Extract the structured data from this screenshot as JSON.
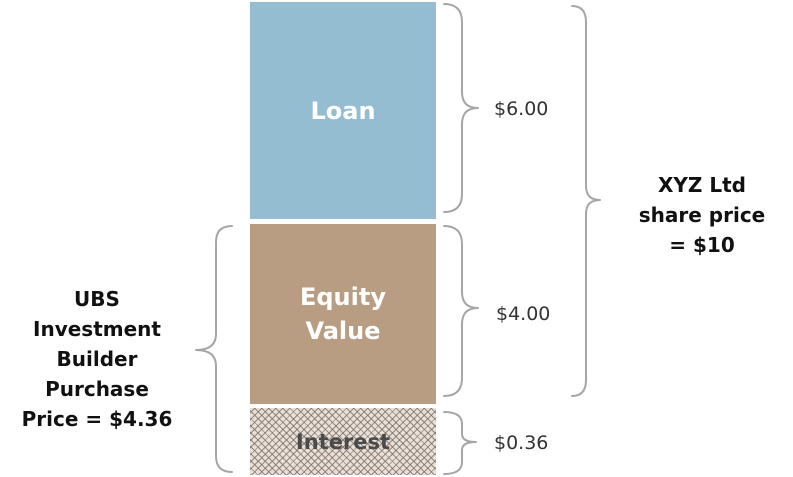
{
  "blocks": {
    "loan": "Loan",
    "equity_line1": "Equity",
    "equity_line2": "Value",
    "interest": "Interest"
  },
  "values": {
    "loan": "$6.00",
    "equity": "$4.00",
    "interest": "$0.36"
  },
  "right_label": {
    "line1": "XYZ Ltd",
    "line2": "share price",
    "line3": "= $10"
  },
  "left_label": {
    "line1": "UBS",
    "line2": "Investment",
    "line3": "Builder",
    "line4": "Purchase",
    "line5": "Price = $4.36"
  },
  "colors": {
    "loan": "#94bdd2",
    "equity": "#b89d83",
    "interest_hatch": "#786a5f",
    "brace": "#a6a6a6"
  }
}
